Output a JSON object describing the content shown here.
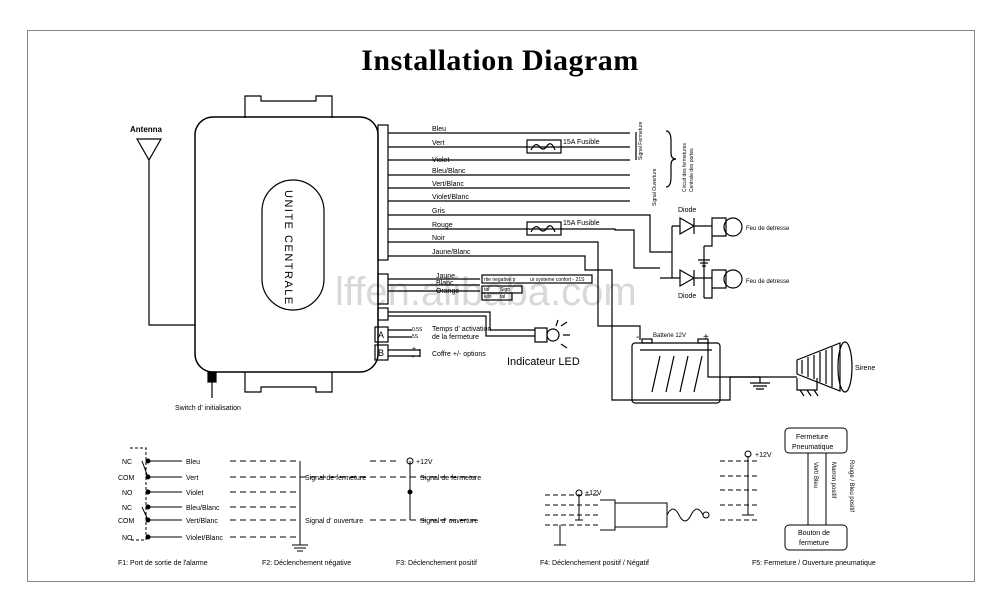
{
  "title": "Installation Diagram",
  "unit_label": "UNITE CENTRALE",
  "antenna": "Antenna",
  "switch": "Switch d' initialisation",
  "wires": [
    "Bleu",
    "Vert",
    "Violet",
    "Bleu/Blanc",
    "Vert/Blanc",
    "Violet/Blanc",
    "Gris",
    "Rouge",
    "Noir",
    "Jaune/Blanc"
  ],
  "fuse1": "15A Fusible",
  "fuse2": "15A Fusible",
  "signal_fermeture": "Signal Fermeture",
  "signal_ouverture": "Signal Ouverture",
  "circuit1": "Circuit des fermetures",
  "circuit2": "Centrale des portes",
  "diode_top": "Diode",
  "diode_bottom": "Diode",
  "feu1": "Feu de detresse",
  "feu2": "Feu de detresse",
  "small_wires": [
    "Jaune",
    "Blanc",
    "Orange"
  ],
  "small_wire_note1": "rtie negative p",
  "small_wire_note2": "ur systeme confort - 21S",
  "small_wire_note3": "Sign",
  "small_wire_note4": "tal",
  "small_wire_note5": "kilo",
  "small_wire_note6": "tal",
  "connector_a": "A",
  "connector_b": "B",
  "a_line1": "0.5S",
  "a_line2": "5S",
  "a_text1": "Temps d' activation",
  "a_text2": "de la fermeture",
  "b_plus": "+",
  "b_minus": "-",
  "b_text": "Coffre +/- options",
  "led": "Indicateur LED",
  "battery": "Batterie 12V",
  "batt_minus": "-",
  "batt_plus": "+",
  "siren": "Sirene",
  "watermark": "lffen.alibaba.com",
  "bottom": {
    "f1_labels": [
      "NC",
      "COM",
      "NO",
      "NC",
      "COM",
      "NO"
    ],
    "f1_wires": [
      "Bleu",
      "Vert",
      "Violet",
      "Bleu/Blanc",
      "Vert/Blanc",
      "Violet/Blanc"
    ],
    "plus12_1": "+12V",
    "plus12_2": "+12V",
    "plus12_3": "+12V",
    "sig_ferm_1": "Signal de fermeture",
    "sig_ferm_2": "Signal de fermeture",
    "sig_ouv_1": "Signal d' ouverture",
    "sig_ouv_2": "Signal d' ouverture",
    "f1": "F1:  Port de sortie de l'alarme",
    "f2": "F2: Déclenchement négative",
    "f3": "F3: Déclenchement positif",
    "f4": "F4: Déclenchement positif / Négatif",
    "f5": "F5: Fermeture / Ouverture pneumatique",
    "fermeture_box1": "Fermeture",
    "fermeture_box2": "Pneumatique",
    "bouton1": "Bouton de",
    "bouton2": "fermeture",
    "vert_bleu": "Vert/ Bleu",
    "marron": "Marron positif",
    "rouge_bleu": "Rouge / Bleu positif"
  }
}
